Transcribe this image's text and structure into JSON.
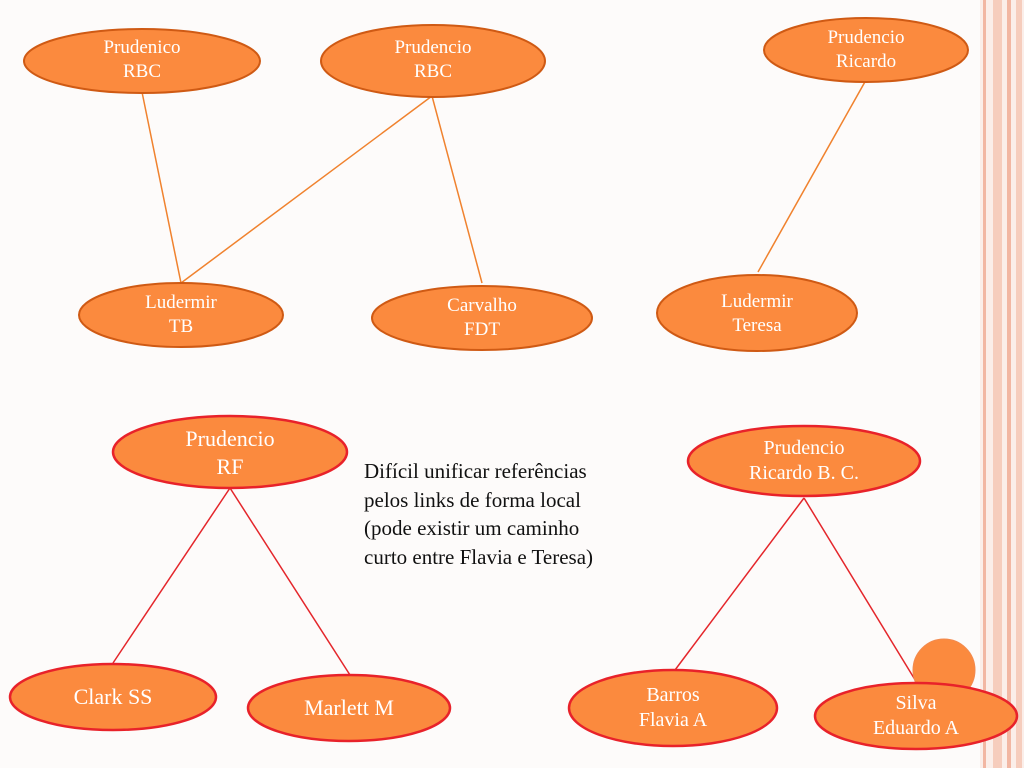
{
  "colors": {
    "node_fill": "#fb8a3e",
    "node_border_orange": "#cf5a14",
    "node_border_red": "#e8222a",
    "edge_orange": "#f0822e",
    "edge_red": "#e4262b",
    "decor_circle": "#fb8a3e"
  },
  "nodes": {
    "prudenico_rbc": "Prudenico\nRBC",
    "prudencio_rbc": "Prudencio\nRBC",
    "prudencio_ricardo": "Prudencio\nRicardo",
    "ludermir_tb": "Ludermir\nTB",
    "carvalho_fdt": "Carvalho\nFDT",
    "ludermir_teresa": "Ludermir\nTeresa",
    "prudencio_rf": "Prudencio\nRF",
    "prudencio_ricardo_bc": "Prudencio\nRicardo B. C.",
    "clark_ss": "Clark SS",
    "marlett_m": "Marlett M",
    "barros_flavia": "Barros\nFlavia A",
    "silva_eduardo": "Silva\nEduardo A"
  },
  "edges": [
    {
      "from": "prudenico_rbc",
      "to": "ludermir_tb"
    },
    {
      "from": "prudencio_rbc",
      "to": "ludermir_tb"
    },
    {
      "from": "prudencio_rbc",
      "to": "carvalho_fdt"
    },
    {
      "from": "prudencio_ricardo",
      "to": "ludermir_teresa"
    },
    {
      "from": "prudencio_rf",
      "to": "clark_ss"
    },
    {
      "from": "prudencio_rf",
      "to": "marlett_m"
    },
    {
      "from": "prudencio_ricardo_bc",
      "to": "barros_flavia"
    },
    {
      "from": "prudencio_ricardo_bc",
      "to": "silva_eduardo"
    }
  ],
  "note": "Difícil unificar referências\npelos links de forma local\n(pode existir um caminho\ncurto entre Flavia e Teresa)"
}
